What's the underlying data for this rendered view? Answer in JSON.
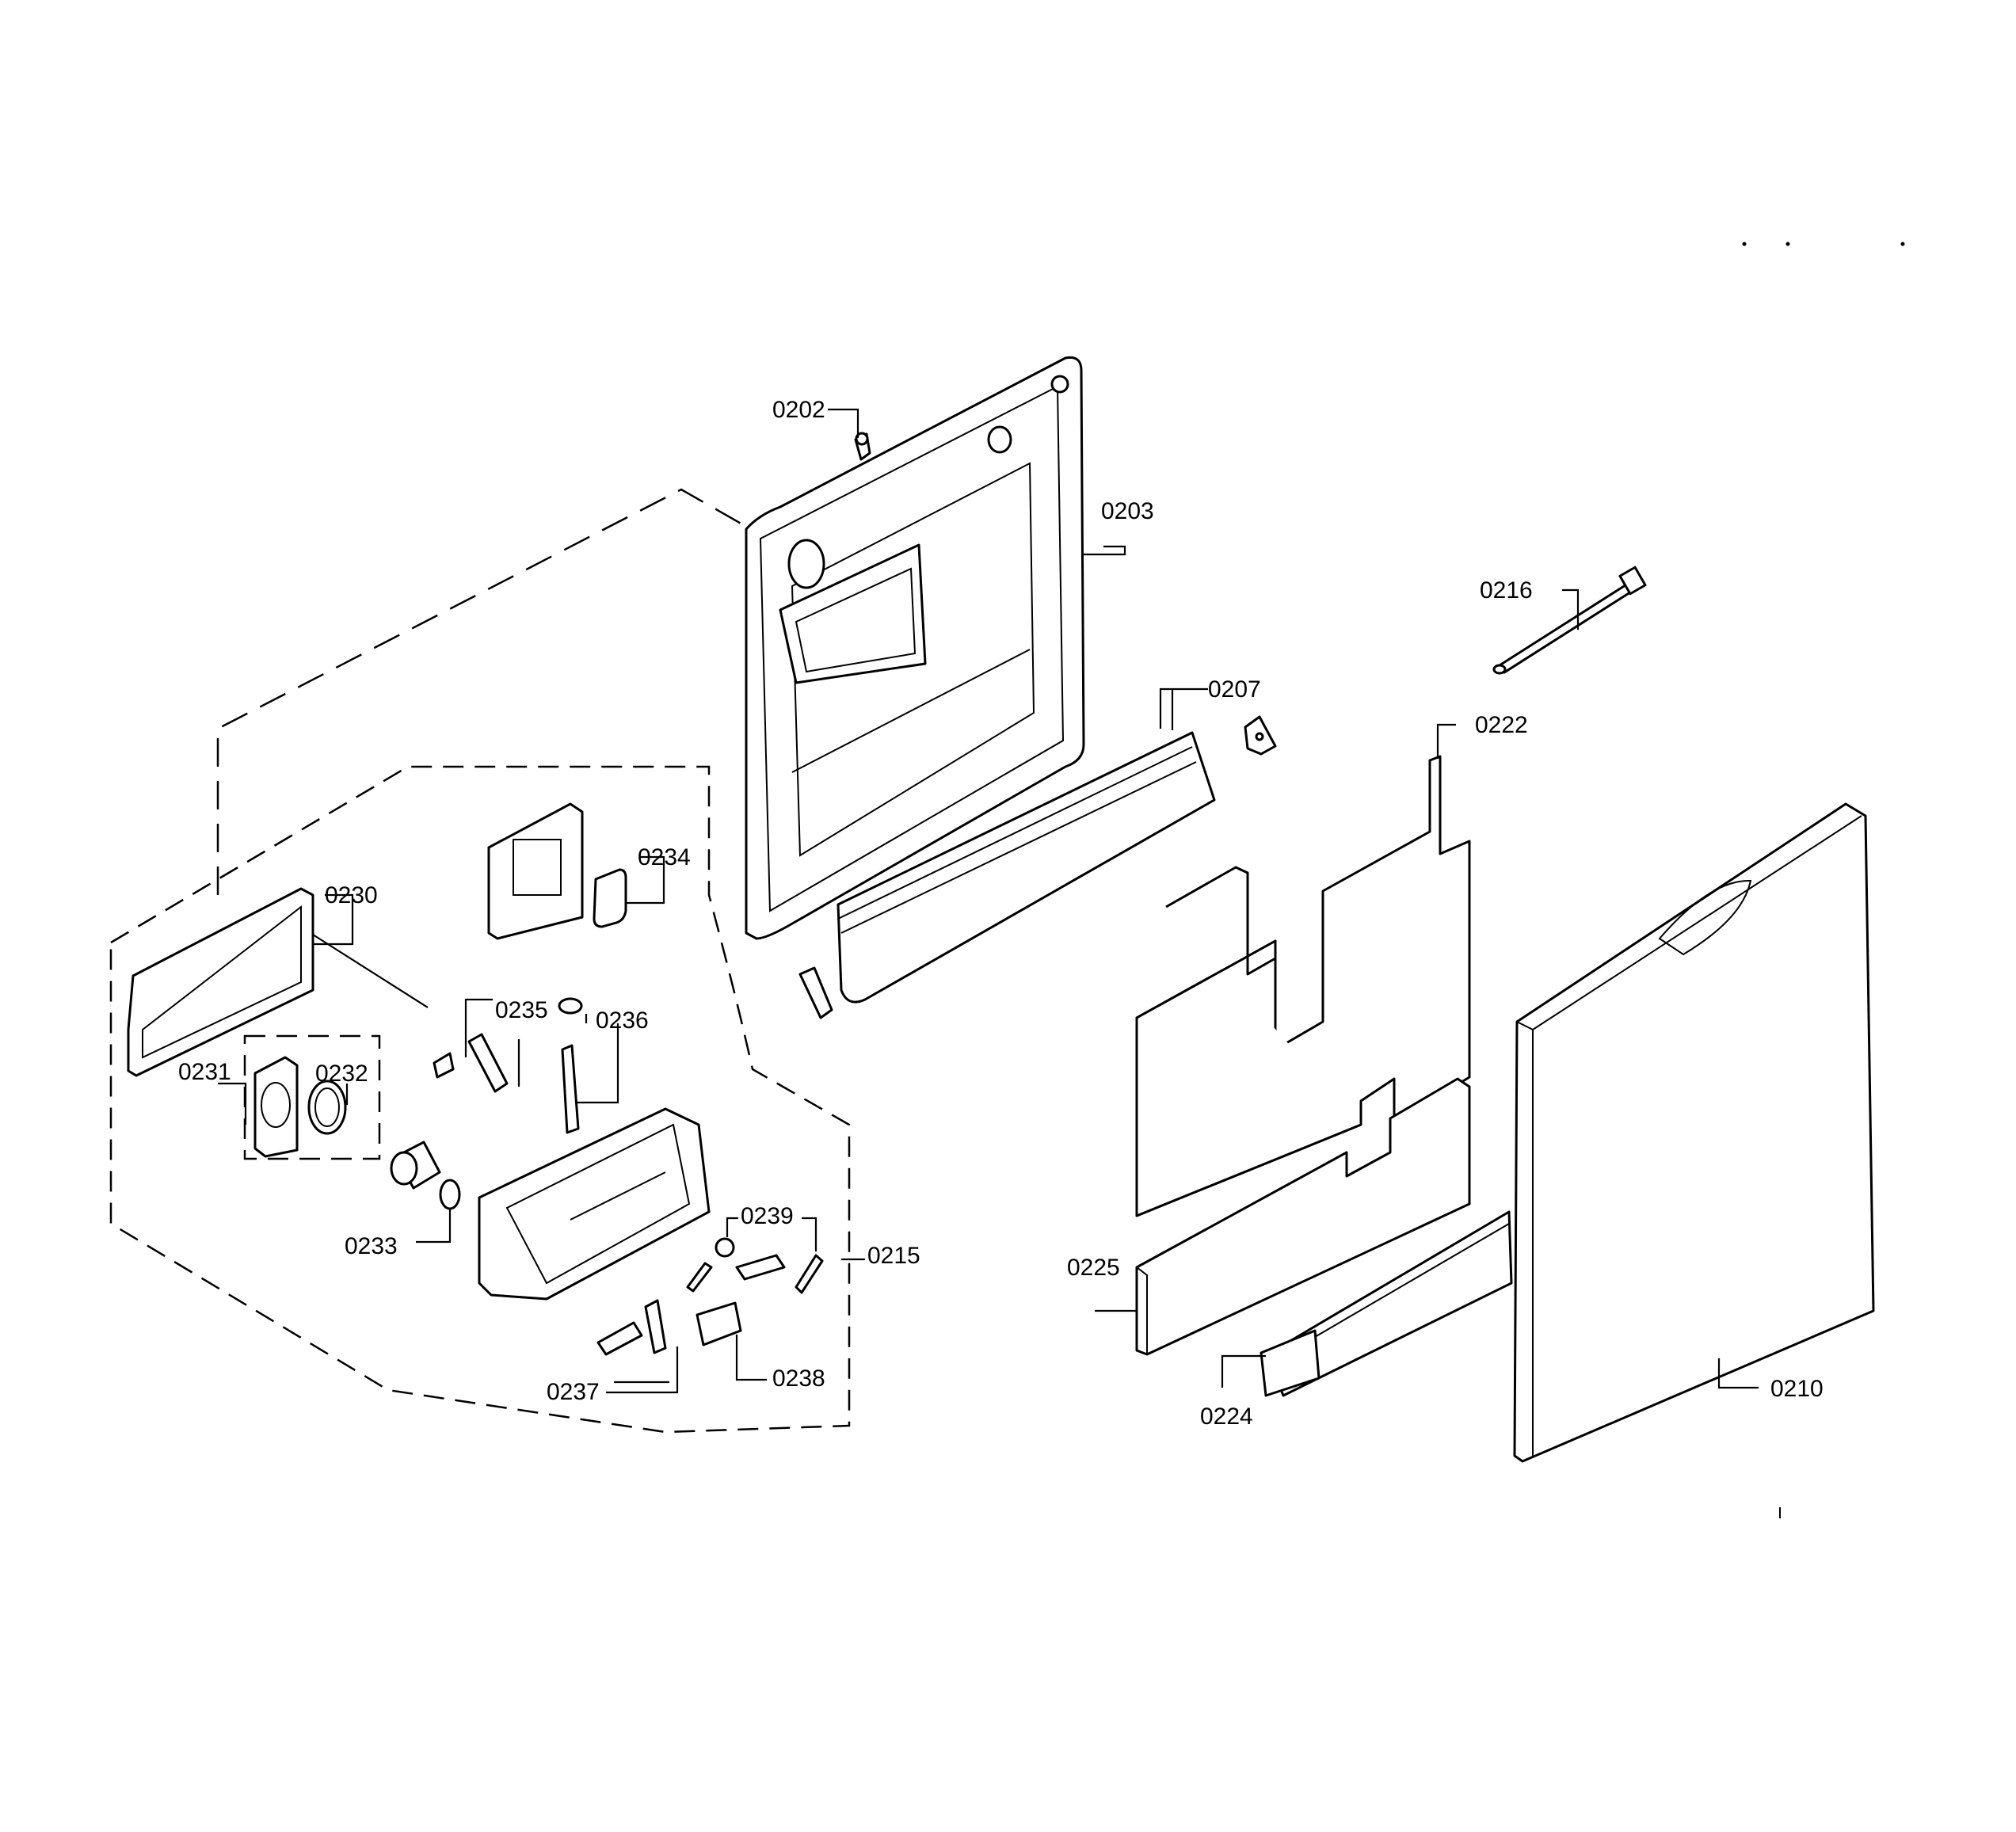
{
  "callouts": {
    "c0202": "0202",
    "c0203": "0203",
    "c0207": "0207",
    "c0210": "0210",
    "c0215": "0215",
    "c0216": "0216",
    "c0222": "0222",
    "c0224": "0224",
    "c0225": "0225",
    "c0230": "0230",
    "c0231": "0231",
    "c0232": "0232",
    "c0233": "0233",
    "c0234": "0234",
    "c0235": "0235",
    "c0236": "0236",
    "c0237": "0237",
    "c0238": "0238",
    "c0239": "0239"
  }
}
